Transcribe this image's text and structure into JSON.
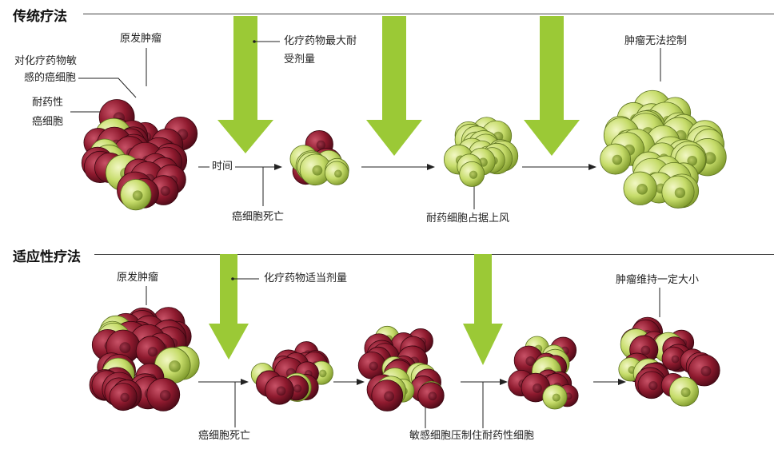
{
  "conventional": {
    "title": "传统疗法",
    "labels": {
      "primary_tumor": "原发肿瘤",
      "sensitive_cells_line1": "对化疗药物敏",
      "sensitive_cells_line2": "感的癌细胞",
      "resistant_cells_line1": "耐药性",
      "resistant_cells_line2": "癌细胞",
      "time": "时间",
      "max_dose_line1": "化疗药物最大耐",
      "max_dose_line2": "受剂量",
      "cell_death": "癌细胞死亡",
      "resistant_dominate": "耐药细胞占据上风",
      "uncontrolled": "肿瘤无法控制"
    }
  },
  "adaptive": {
    "title": "适应性疗法",
    "labels": {
      "primary_tumor": "原发肿瘤",
      "proper_dose": "化疗药物适当剂量",
      "cell_death": "癌细胞死亡",
      "sensitive_suppress": "敏感细胞压制住耐药性细胞",
      "stable_size": "肿瘤维持一定大小"
    }
  },
  "colors": {
    "sensitive_cell": "#8e1a2e",
    "resistant_cell": "#c6dc6a",
    "arrow_green": "#9bc936",
    "text": "#222222"
  }
}
